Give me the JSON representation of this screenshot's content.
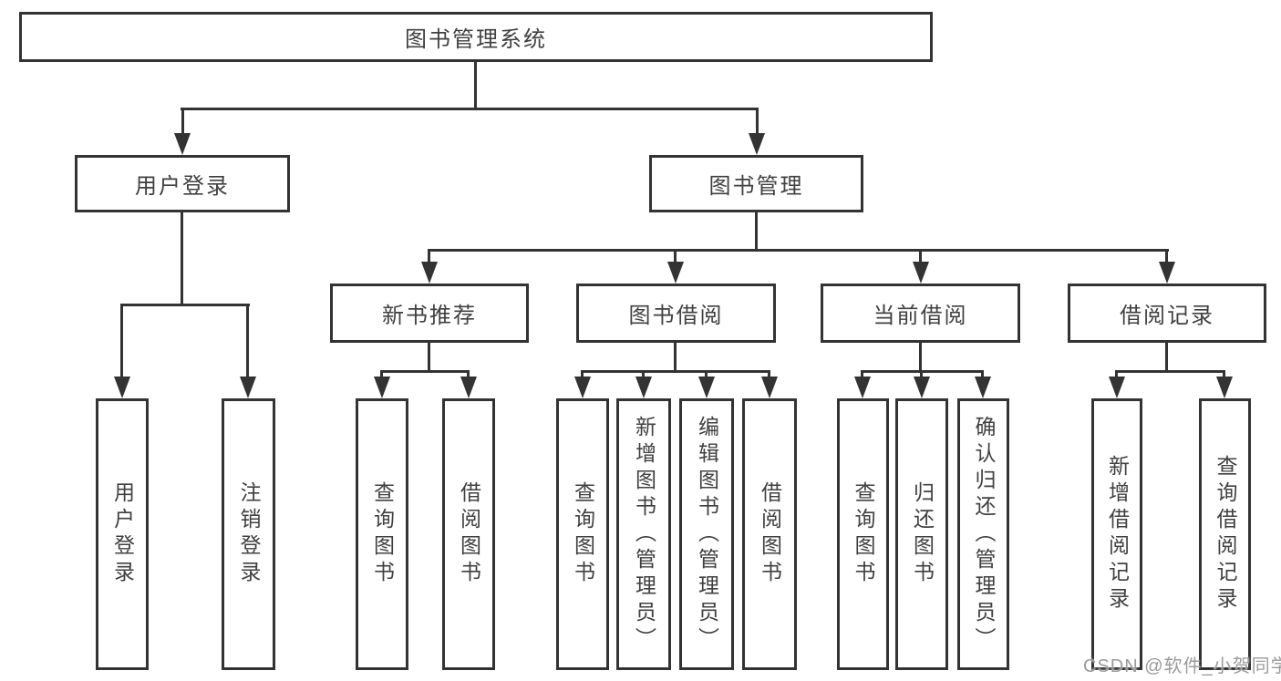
{
  "diagram_type": "hierarchy-tree",
  "colors": {
    "line": "#333333",
    "box_border": "#333333",
    "text": "#404040",
    "background": "#ffffff",
    "watermark": "#9b9b9b"
  },
  "tree": {
    "root": {
      "label": "图书管理系统",
      "children": [
        {
          "label": "用户登录",
          "children": [
            {
              "label": "用户登录"
            },
            {
              "label": "注销登录"
            }
          ]
        },
        {
          "label": "图书管理",
          "children": [
            {
              "label": "新书推荐",
              "children": [
                {
                  "label": "查询图书"
                },
                {
                  "label": "借阅图书"
                }
              ]
            },
            {
              "label": "图书借阅",
              "children": [
                {
                  "label": "查询图书"
                },
                {
                  "label": "新增图书（管理员）"
                },
                {
                  "label": "编辑图书（管理员）"
                },
                {
                  "label": "借阅图书"
                }
              ]
            },
            {
              "label": "当前借阅",
              "children": [
                {
                  "label": "查询图书"
                },
                {
                  "label": "归还图书"
                },
                {
                  "label": "确认归还（管理员）"
                }
              ]
            },
            {
              "label": "借阅记录",
              "children": [
                {
                  "label": "新增借阅记录"
                },
                {
                  "label": "查询借阅记录"
                }
              ]
            }
          ]
        }
      ]
    }
  },
  "watermark": {
    "text": "CSDN @软件_小贺同学"
  }
}
